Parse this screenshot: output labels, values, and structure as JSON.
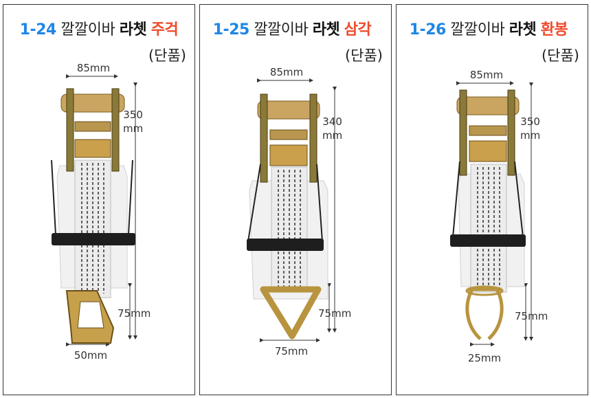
{
  "products": [
    {
      "code": "1-24",
      "name": "깔깔이바",
      "bold": "라쳇",
      "type": "주걱",
      "sub": "(단품)",
      "dims": {
        "width": "85mm",
        "height_l1": "350",
        "height_l2": "mm",
        "hook_len": "75mm",
        "hook_width": "50mm"
      }
    },
    {
      "code": "1-25",
      "name": "깔깔이바",
      "bold": "라쳇",
      "type": "삼각",
      "sub": "(단품)",
      "dims": {
        "width": "85mm",
        "height_l1": "340",
        "height_l2": "mm",
        "hook_len": "75mm",
        "hook_width": "75mm"
      }
    },
    {
      "code": "1-26",
      "name": "깔깔이바",
      "bold": "라쳇",
      "type": "환봉",
      "sub": "(단품)",
      "dims": {
        "width": "85mm",
        "height_l1": "350",
        "height_l2": "mm",
        "hook_len": "75mm",
        "hook_width": "25mm"
      }
    }
  ],
  "colors": {
    "code": "#1f86e6",
    "type": "#ee4a2a",
    "text": "#222222",
    "border": "#333333"
  }
}
